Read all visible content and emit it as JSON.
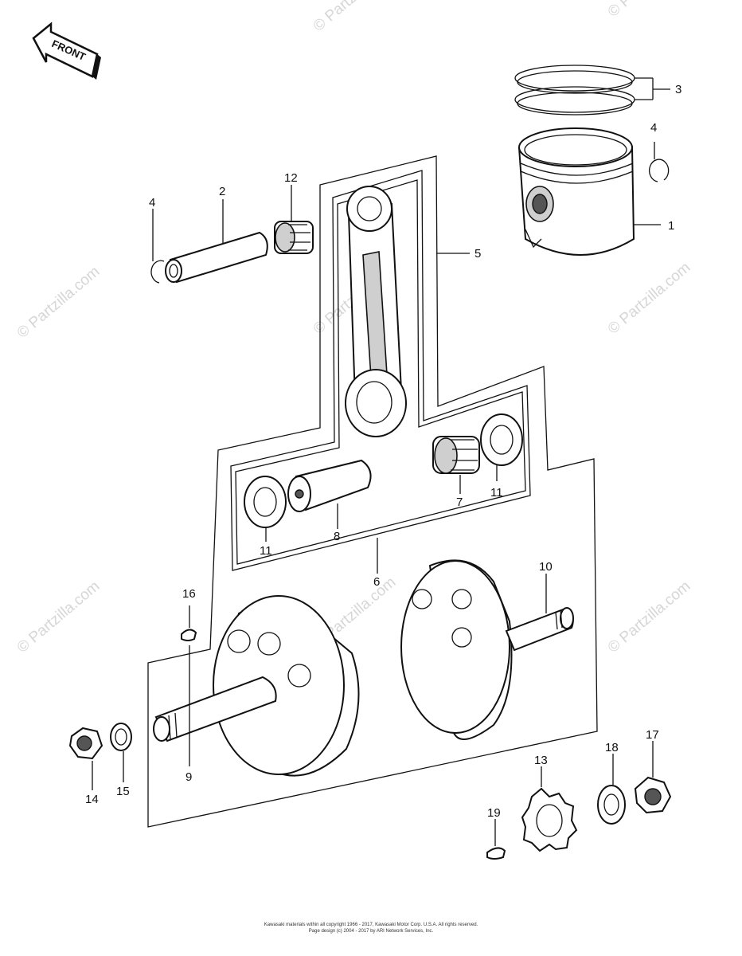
{
  "front_label": "FRONT",
  "watermark": "© Partzilla.com",
  "footer": {
    "line1": "Kawasaki materials within all copyright 1966 - 2017, Kawasaki Motor Corp. U.S.A. All rights reserved.",
    "line2": "Page design (c) 2004 - 2017 by ARI Network Services, Inc."
  },
  "callouts": {
    "c1": "1",
    "c2": "2",
    "c3": "3",
    "c4a": "4",
    "c4b": "4",
    "c5": "5",
    "c6": "6",
    "c7": "7",
    "c8": "8",
    "c9": "9",
    "c10": "10",
    "c11a": "11",
    "c11b": "11",
    "c12": "12",
    "c13": "13",
    "c14": "14",
    "c15": "15",
    "c16": "16",
    "c17": "17",
    "c18": "18",
    "c19": "19"
  }
}
